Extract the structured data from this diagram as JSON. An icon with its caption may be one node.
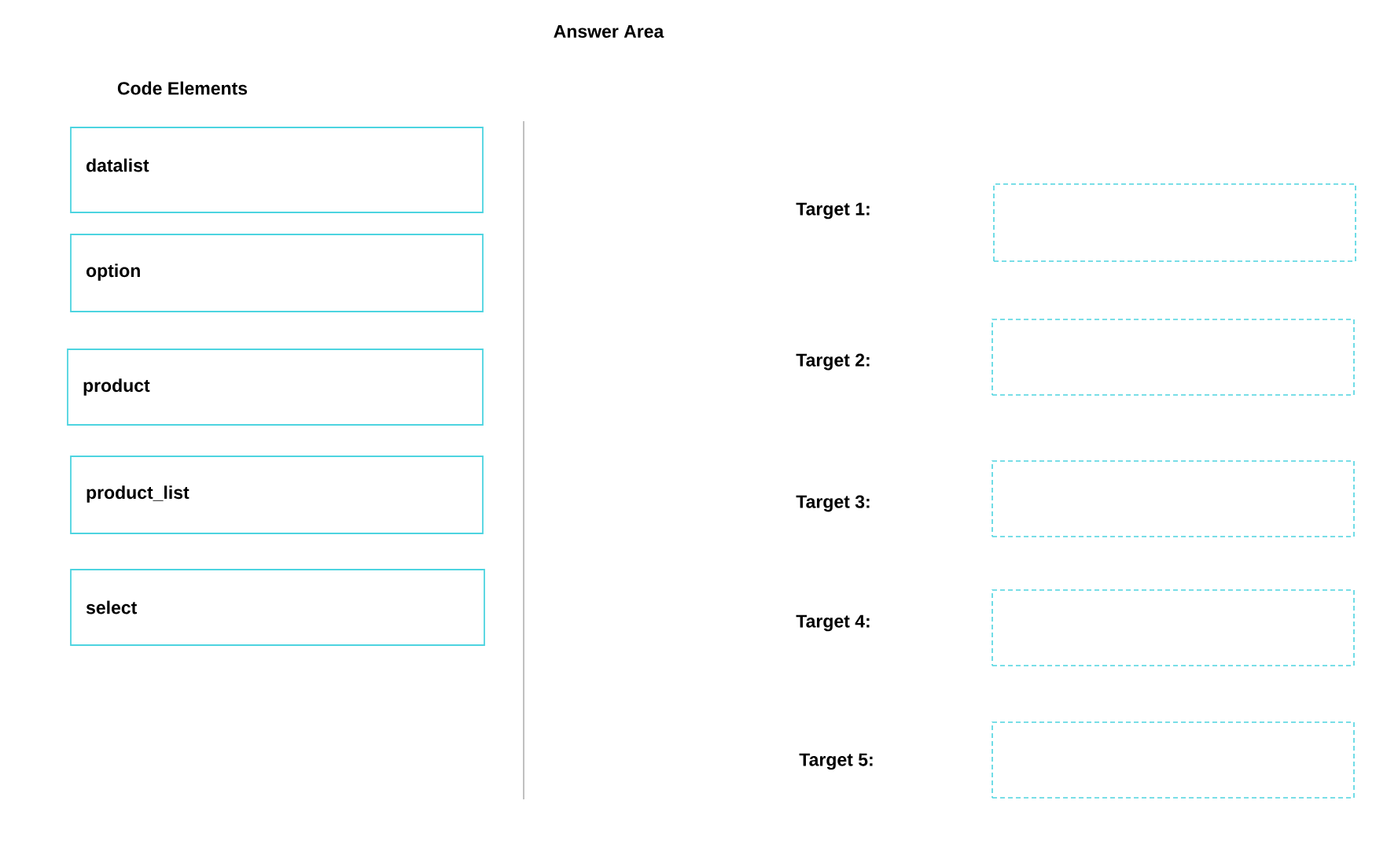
{
  "diagram": {
    "title": "Answer Area",
    "nodes": [
      {
        "text": [
          "datalist"
        ]
      },
      {
        "text": [
          "option"
        ]
      },
      {
        "text": [
          "product"
        ]
      },
      {
        "text": [
          "product_list"
        ]
      },
      {
        "text": [
          "select"
        ]
      },
      {
        "text": [],
        "shape": "box"
      },
      {
        "text": [],
        "shape": "box"
      },
      {
        "text": [],
        "shape": "box"
      },
      {
        "text": [],
        "shape": "box"
      },
      {
        "text": [],
        "shape": "box"
      }
    ],
    "labels": [
      "Code Elements",
      "Target 1:",
      "Target 2:",
      "Target 3:",
      "Target 4:",
      "Target 5:"
    ]
  }
}
